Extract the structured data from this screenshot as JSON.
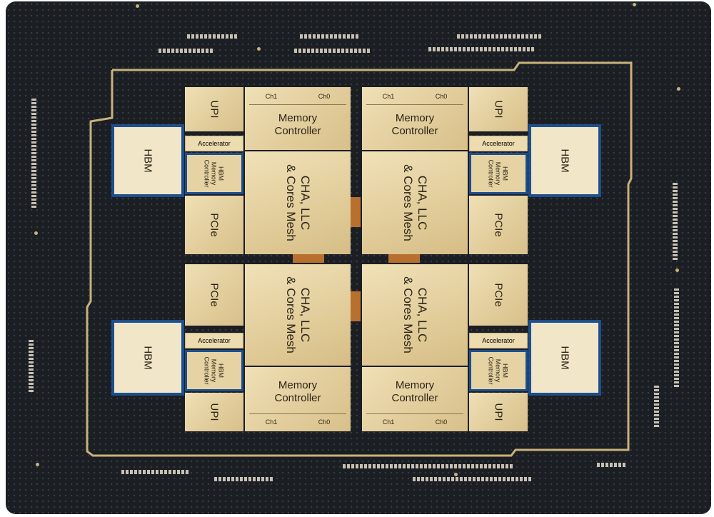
{
  "blocks": {
    "upi": "UPI",
    "pcie": "PCIe",
    "hbm": "HBM",
    "accelerator": "Accelerator",
    "hbm_ctl_line1": "HBM",
    "hbm_ctl_line2": "Memory",
    "hbm_ctl_line3": "Controller",
    "mem_line1": "Memory",
    "mem_line2": "Controller",
    "mesh_line1": "CHA, LLC",
    "mesh_line2": "& Cores Mesh",
    "ch1": "Ch1",
    "ch0": "Ch0"
  },
  "colors": {
    "package": "#1b1e23",
    "die": "#e7d5a8",
    "hbm_border": "#1d4f8e",
    "bridge": "#b8702e",
    "outline": "#c8b27a"
  }
}
